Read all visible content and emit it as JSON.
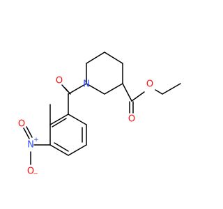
{
  "colors": {
    "bond": "#000000",
    "oxygen": "#ff0d0d",
    "nitrogen": "#3050f8",
    "background": "#ffffff"
  },
  "atoms": {
    "o_ketone": "O",
    "n_ring": "N",
    "o_ester_double": "O",
    "o_ester_single": "O",
    "n_nitro": "N",
    "n_nitro_charge": "+",
    "o_nitro_top": "O",
    "o_nitro_bottom": "O",
    "o_nitro_bottom_charge": "−"
  }
}
